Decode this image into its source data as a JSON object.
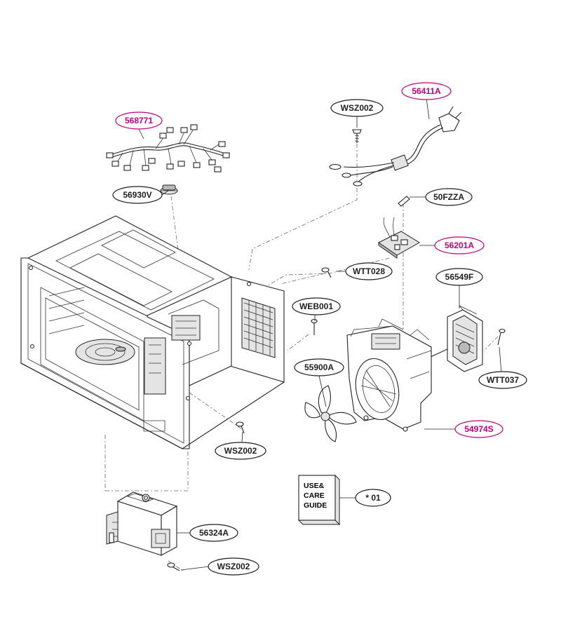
{
  "colors": {
    "ink": "#1e1e1e",
    "highlight_label": "#c0007f",
    "background": "#ffffff"
  },
  "labels": {
    "p568771": "568771",
    "p56930V": "56930V",
    "pWSZ002_top": "WSZ002",
    "p56411A": "56411A",
    "p50FZZA": "50FZZA",
    "p56201A": "56201A",
    "pWTT028": "WTT028",
    "pWEB001": "WEB001",
    "p56549F": "56549F",
    "p55900A": "55900A",
    "pWTT037": "WTT037",
    "p54974S": "54974S",
    "pWSZ002_mid": "WSZ002",
    "p01": "* 01",
    "p56324A": "56324A",
    "pWSZ002_bot": "WSZ002"
  },
  "guide": {
    "line1": "USE&",
    "line2": "CARE",
    "line3": "GUIDE"
  }
}
